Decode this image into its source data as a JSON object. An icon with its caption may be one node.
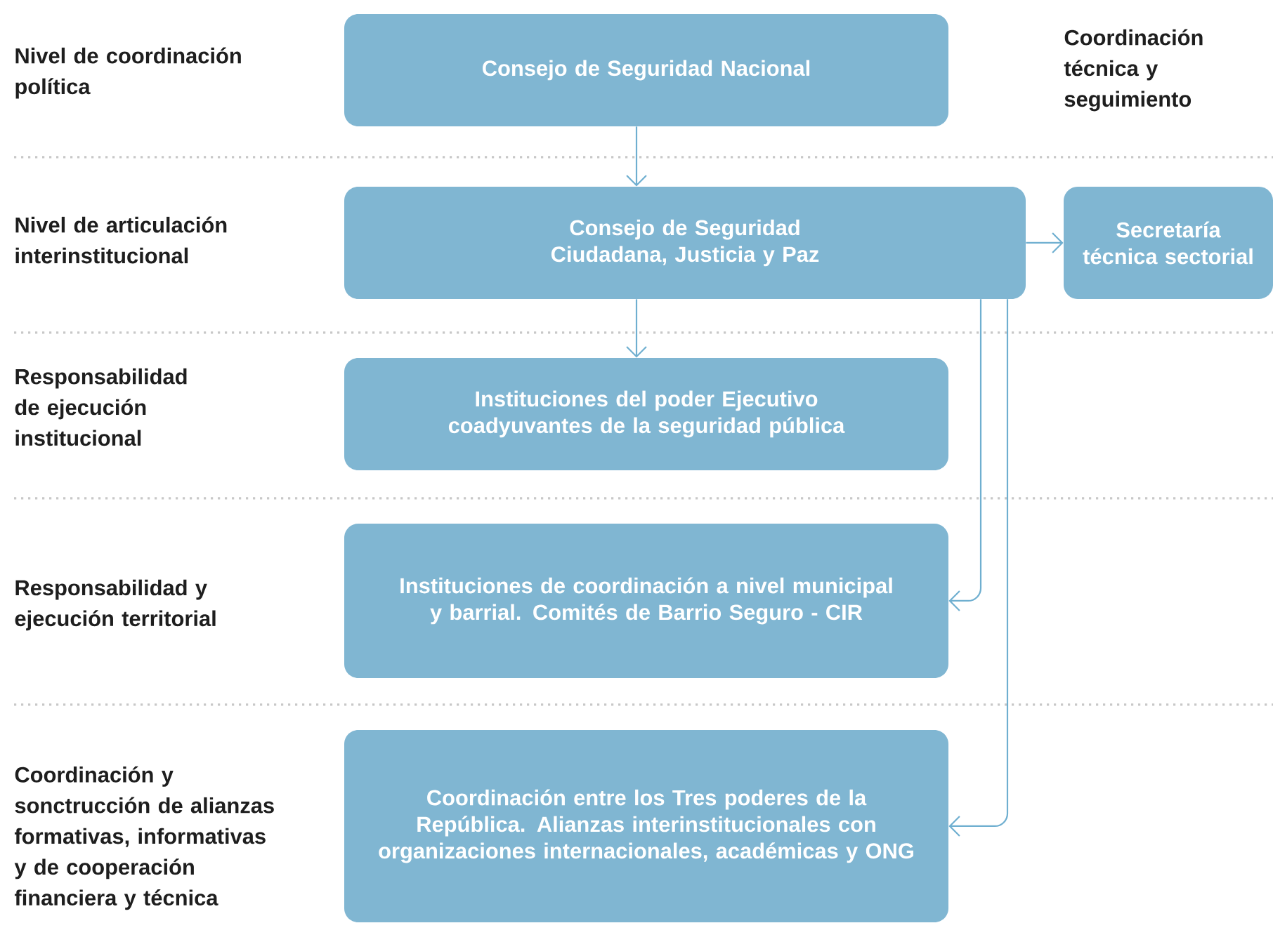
{
  "diagram": {
    "nodes": [
      {
        "text": [
          "Consejo de Seguridad Nacional"
        ]
      },
      {
        "text": [
          "Consejo de Seguridad Ciudadana, Justicia y Paz"
        ]
      },
      {
        "text": [
          "Secretaría técnica sectorial"
        ]
      },
      {
        "text": [
          "Instituciones del poder Ejecutivo coadyuvantes de la seguridad pública"
        ]
      },
      {
        "text": [
          "Instituciones de coordinación a nivel municipal y barrial. Comités de Barrio Seguro - CIR"
        ]
      },
      {
        "text": [
          "Coordinación entre los Tres poderes de la República. Alianzas interinstitucionales con organizaciones internacionales, académicas y ONG"
        ]
      }
    ],
    "edges": [
      {
        "from": 0,
        "to": 1,
        "arrow": "to"
      },
      {
        "from": 1,
        "to": 2,
        "arrow": "to"
      },
      {
        "from": 1,
        "to": 3,
        "arrow": "to"
      },
      {
        "from": 1,
        "to": 4,
        "arrow": "to"
      },
      {
        "from": 1,
        "to": 5,
        "arrow": "to"
      }
    ],
    "labels": [
      "Nivel de coordinación política",
      "Coordinación técnica y seguimiento",
      "Nivel de articulación interinstitucional",
      "Responsabilidad de ejecución institucional",
      "Responsabilidad y ejecución territorial",
      "Coordinación y sonctrucción de alianzas formativas, informativas y de cooperación financiera y técnica"
    ]
  }
}
